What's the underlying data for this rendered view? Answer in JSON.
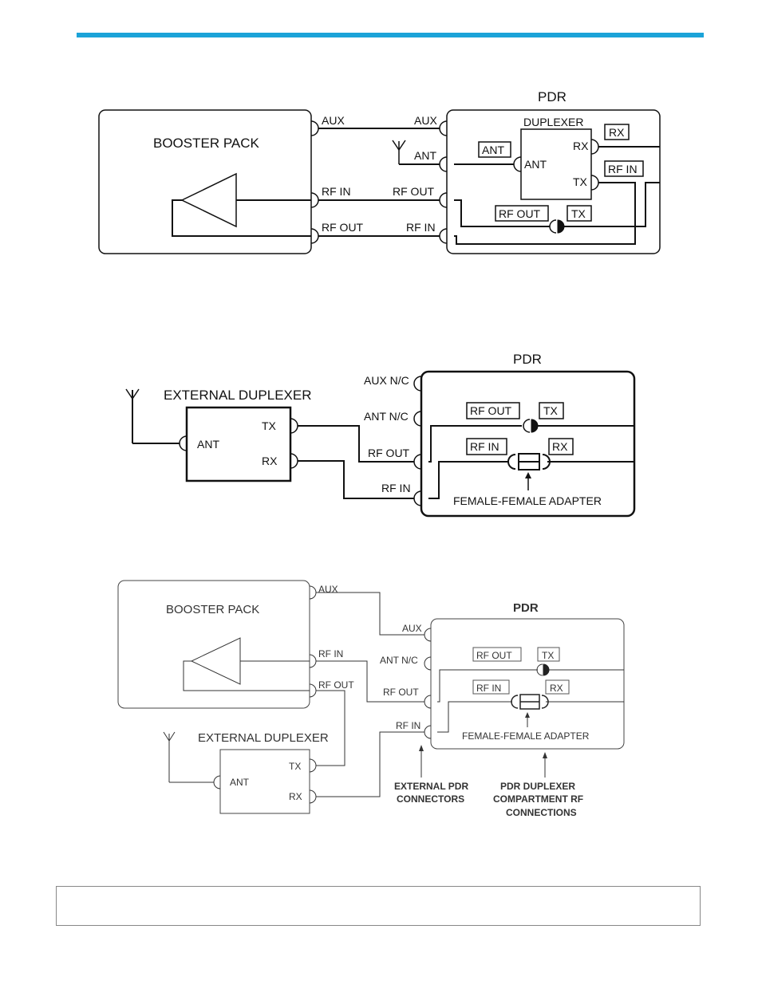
{
  "colors": {
    "header_rule": "#1ba3d8"
  },
  "diagram1": {
    "booster_title": "BOOSTER PACK",
    "pdr_title": "PDR",
    "duplexer_title": "DUPLEXER",
    "booster_aux": "AUX",
    "booster_rf_in": "RF IN",
    "booster_rf_out": "RF OUT",
    "pdr_aux": "AUX",
    "pdr_ant": "ANT",
    "pdr_rf_out": "RF OUT",
    "pdr_rf_in": "RF IN",
    "dup_ant_port": "ANT",
    "dup_rx_port": "RX",
    "dup_tx_port": "TX",
    "tag_ant": "ANT",
    "tag_rx": "RX",
    "tag_rf_in": "RF IN",
    "tag_rf_out": "RF OUT",
    "tag_tx": "TX"
  },
  "diagram2": {
    "pdr_title": "PDR",
    "ext_duplexer_title": "EXTERNAL DUPLEXER",
    "ext_ant": "ANT",
    "ext_tx": "TX",
    "ext_rx": "RX",
    "pdr_aux_nc": "AUX N/C",
    "pdr_ant_nc": "ANT N/C",
    "pdr_rf_out": "RF OUT",
    "pdr_rf_in": "RF IN",
    "tag_rf_out": "RF OUT",
    "tag_tx": "TX",
    "tag_rf_in": "RF IN",
    "tag_rx": "RX",
    "adapter_label": "FEMALE-FEMALE ADAPTER"
  },
  "diagram3": {
    "booster_title": "BOOSTER PACK",
    "pdr_title": "PDR",
    "ext_duplexer_title": "EXTERNAL DUPLEXER",
    "booster_aux": "AUX",
    "booster_rf_in": "RF IN",
    "booster_rf_out": "RF OUT",
    "ext_ant": "ANT",
    "ext_tx": "TX",
    "ext_rx": "RX",
    "pdr_aux": "AUX",
    "pdr_ant_nc": "ANT N/C",
    "pdr_rf_out": "RF OUT",
    "pdr_rf_in": "RF IN",
    "tag_rf_out": "RF OUT",
    "tag_tx": "TX",
    "tag_rf_in": "RF IN",
    "tag_rx": "RX",
    "adapter_label": "FEMALE-FEMALE ADAPTER",
    "callout_external_1": "EXTERNAL PDR",
    "callout_external_2": "CONNECTORS",
    "callout_comp_1": "PDR DUPLEXER",
    "callout_comp_2": "COMPARTMENT RF",
    "callout_comp_3": "CONNECTIONS"
  },
  "note_box": {
    "text": ""
  }
}
